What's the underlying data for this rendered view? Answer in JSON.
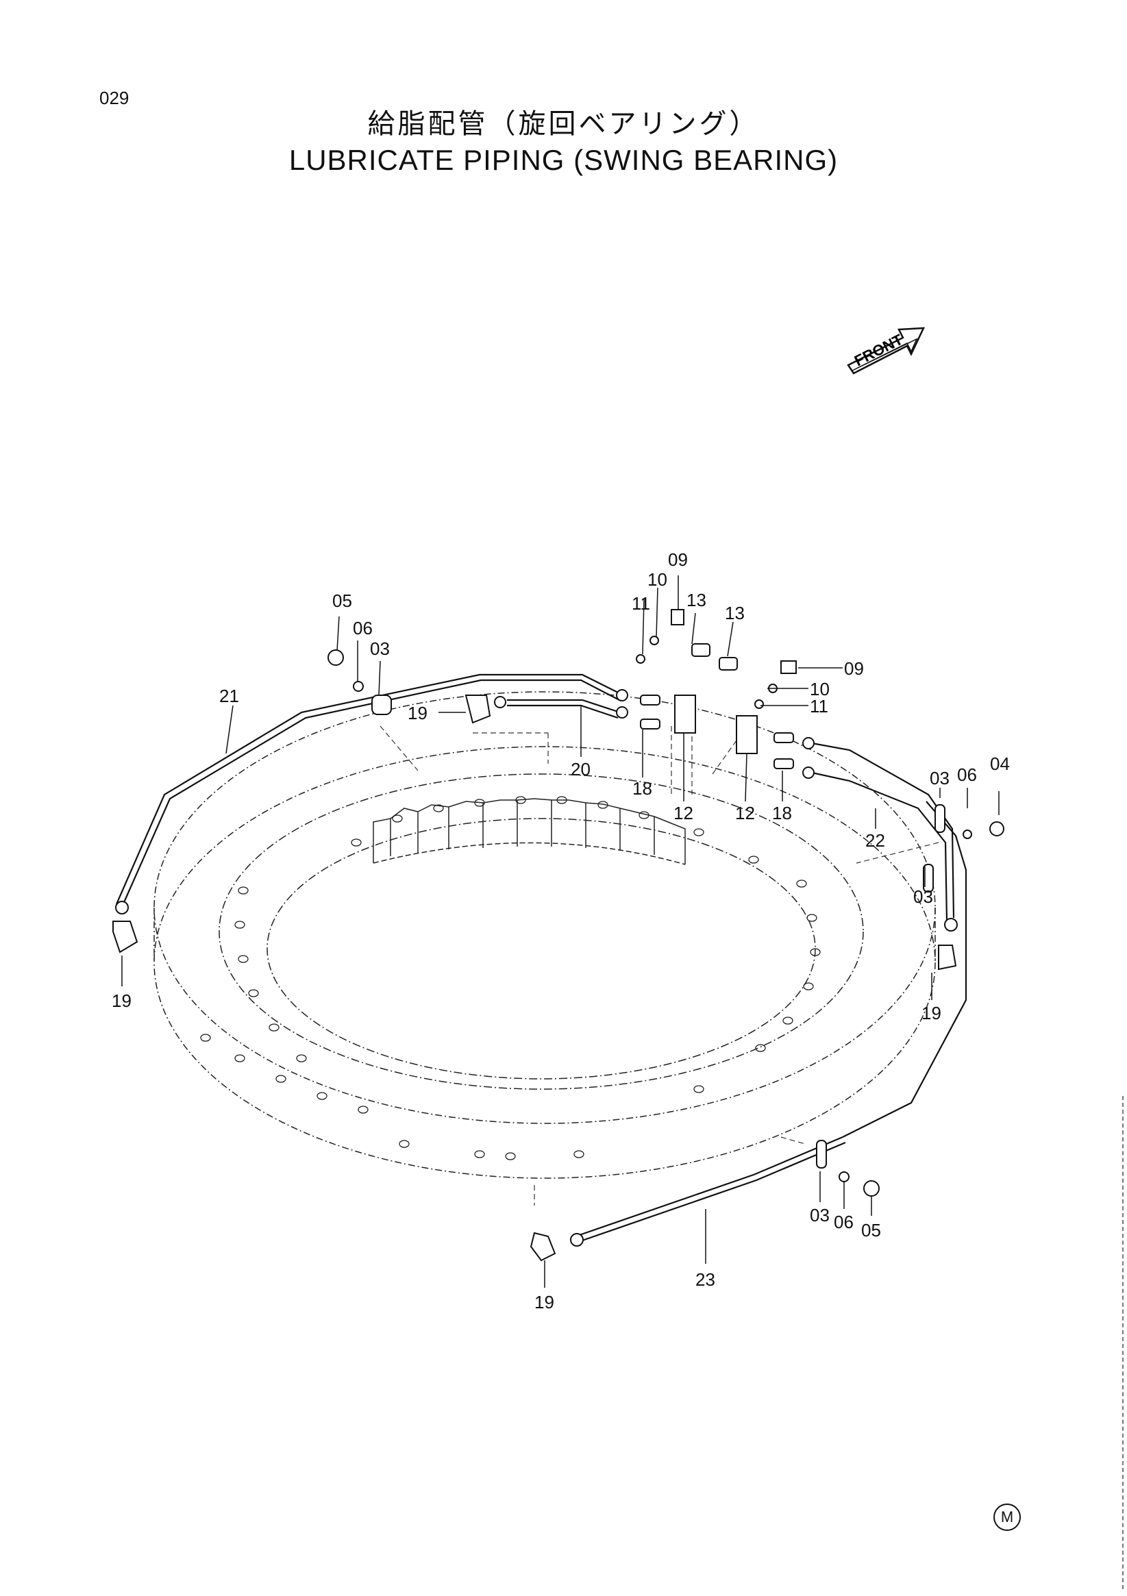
{
  "page_number": "029",
  "title_jp": "給脂配管（旋回ベアリング）",
  "title_en": "LUBRICATE PIPING (SWING BEARING)",
  "front_label": "FRONT",
  "corner_mark": "M",
  "callouts": {
    "c09a": "09",
    "c10a": "10",
    "c11a": "11",
    "c13a": "13",
    "c13b": "13",
    "c09b": "09",
    "c10b": "10",
    "c11b": "11",
    "c05a": "05",
    "c06a": "06",
    "c03a": "03",
    "c21": "21",
    "c19a": "19",
    "c20": "20",
    "c18a": "18",
    "c12a": "12",
    "c12b": "12",
    "c18b": "18",
    "c03b": "03",
    "c06b": "06",
    "c04": "04",
    "c22": "22",
    "c03c": "03",
    "c19b": "19",
    "c19c": "19",
    "c03d": "03",
    "c06c": "06",
    "c05b": "05",
    "c23": "23",
    "c19d": "19"
  }
}
